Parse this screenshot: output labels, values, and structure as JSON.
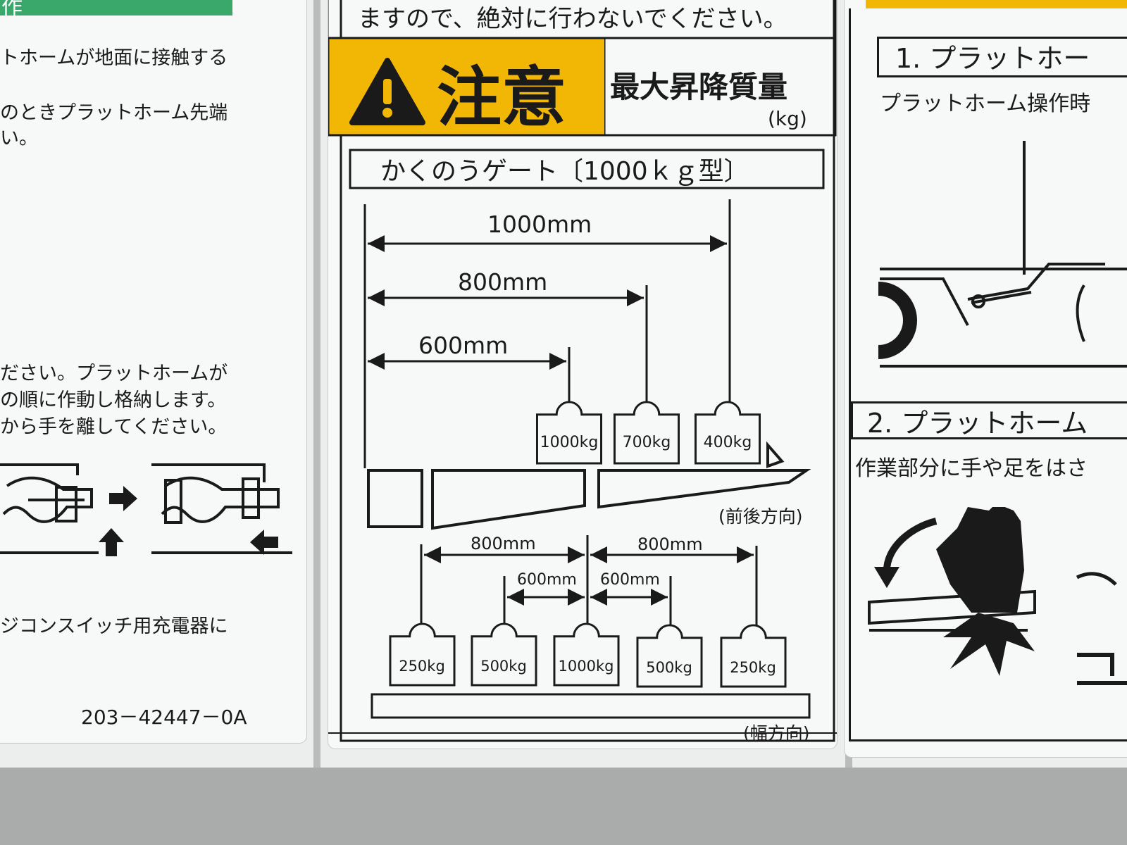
{
  "left_label": {
    "header_fragment": "作",
    "lines_top": [
      "トホームが地面に接触する",
      "のときプラットホーム先端",
      "い。"
    ],
    "lines_mid": [
      "ださい。プラットホームが",
      "の順に作動し格納します。",
      "から手を離してください。"
    ],
    "line_bottom": "ジコンスイッチ用充電器に",
    "part_number": "203－42447－0A"
  },
  "center_label": {
    "top_text": "ますので、絶対に行わないでください。",
    "caution_word": "注意",
    "max_mass_title": "最大昇降質量",
    "max_mass_unit": "(kg)",
    "product_title": "かくのうゲート〔1000ｋｇ型〕",
    "fb": {
      "dim_1000": "1000mm",
      "dim_800": "800mm",
      "dim_600": "600mm",
      "weights": [
        "1000kg",
        "700kg",
        "400kg"
      ],
      "direction": "(前後方向)"
    },
    "lat": {
      "dim_800_left": "800mm",
      "dim_800_right": "800mm",
      "dim_600_left": "600mm",
      "dim_600_right": "600mm",
      "weights": [
        "250kg",
        "500kg",
        "1000kg",
        "500kg",
        "250kg"
      ],
      "direction": "(幅方向)"
    }
  },
  "right_label": {
    "step1": "1. プラットホー",
    "step1_text": "プラットホーム操作時",
    "step2": "2. プラットホーム",
    "step2_text": "作業部分に手や足をはさ"
  },
  "colors": {
    "caution_yellow": "#f2b705",
    "ink": "#1a1a1a",
    "label_bg": "#f7f8f8",
    "left_header_green": "#3aa86b"
  }
}
